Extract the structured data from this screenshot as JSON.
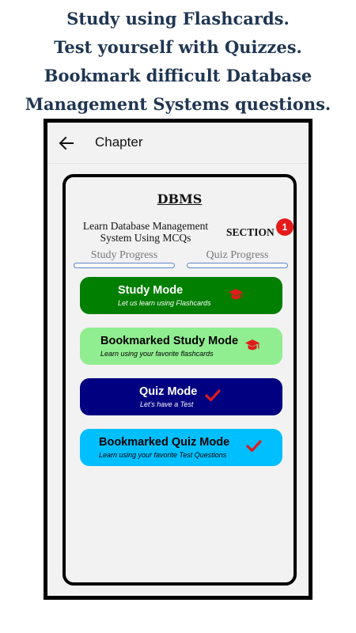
{
  "promo": {
    "line1": "Study using Flashcards.",
    "line2": "Test yourself with Quizzes.",
    "line3": "Bookmark difficult Database",
    "line4": "Management Systems questions."
  },
  "appbar": {
    "back_icon": "arrow-left-icon",
    "title": "Chapter"
  },
  "card": {
    "title": "DBMS",
    "description": "Learn Database Management System Using MCQs",
    "section_label": "SECTION",
    "section_number": "1",
    "study_progress_label": "Study Progress",
    "quiz_progress_label": "Quiz Progress",
    "study_progress": 0,
    "quiz_progress": 0
  },
  "modes": [
    {
      "title": "Study Mode",
      "subtitle": "Let us learn using Flashcards",
      "icon": "graduation-cap-icon",
      "bg": "#007f00",
      "text_color": "#ffffff",
      "icon_color": "#e01b1b"
    },
    {
      "title": "Bookmarked Study Mode",
      "subtitle": "Learn using your favorite flashcards",
      "icon": "graduation-cap-icon",
      "bg": "#90ee90",
      "text_color": "#000000",
      "icon_color": "#e01b1b"
    },
    {
      "title": "Quiz Mode",
      "subtitle": "Let's have a Test",
      "icon": "checkmark-icon",
      "bg": "#000080",
      "text_color": "#ffffff",
      "icon_color": "#e01b1b"
    },
    {
      "title": "Bookmarked Quiz Mode",
      "subtitle": "Learn using your favorite Test Questions",
      "icon": "checkmark-icon",
      "bg": "#00bfff",
      "text_color": "#000000",
      "icon_color": "#e01b1b"
    }
  ],
  "colors": {
    "promo_text": "#1f3552",
    "progress_border": "#5a86c9",
    "badge": "#e41b1b"
  }
}
